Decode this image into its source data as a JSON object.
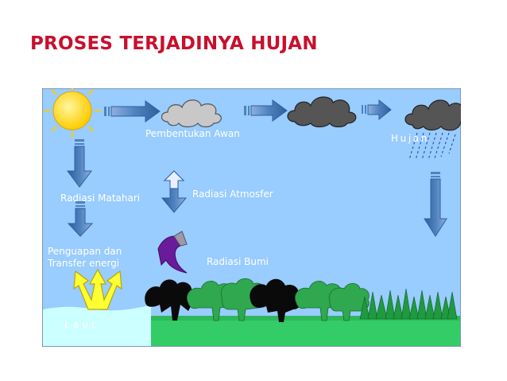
{
  "title": "PROSES TERJADINYA HUJAN",
  "labels": {
    "clouds": "Pembentukan Awan",
    "rain": "Hujan",
    "solar_radiation": "Radiasi Matahari",
    "atmospheric_radiation": "Radiasi Atmosfer",
    "evaporation": "Penguapan dan\nTransfer energi",
    "earth_radiation": "Radiasi Bumi",
    "sea": "Laut"
  },
  "colors": {
    "title": "#c8102e",
    "sky": "#99ccff",
    "land": "#33cc66",
    "sea": "#ccffff",
    "arrow": "#4f81bd",
    "sun": "#ffcc00",
    "evaporation_arrow": "#ffff33",
    "earth_radiation_arrow": "#6a1b9a",
    "light_cloud": "#c0c0c0",
    "dark_cloud": "#555555"
  }
}
